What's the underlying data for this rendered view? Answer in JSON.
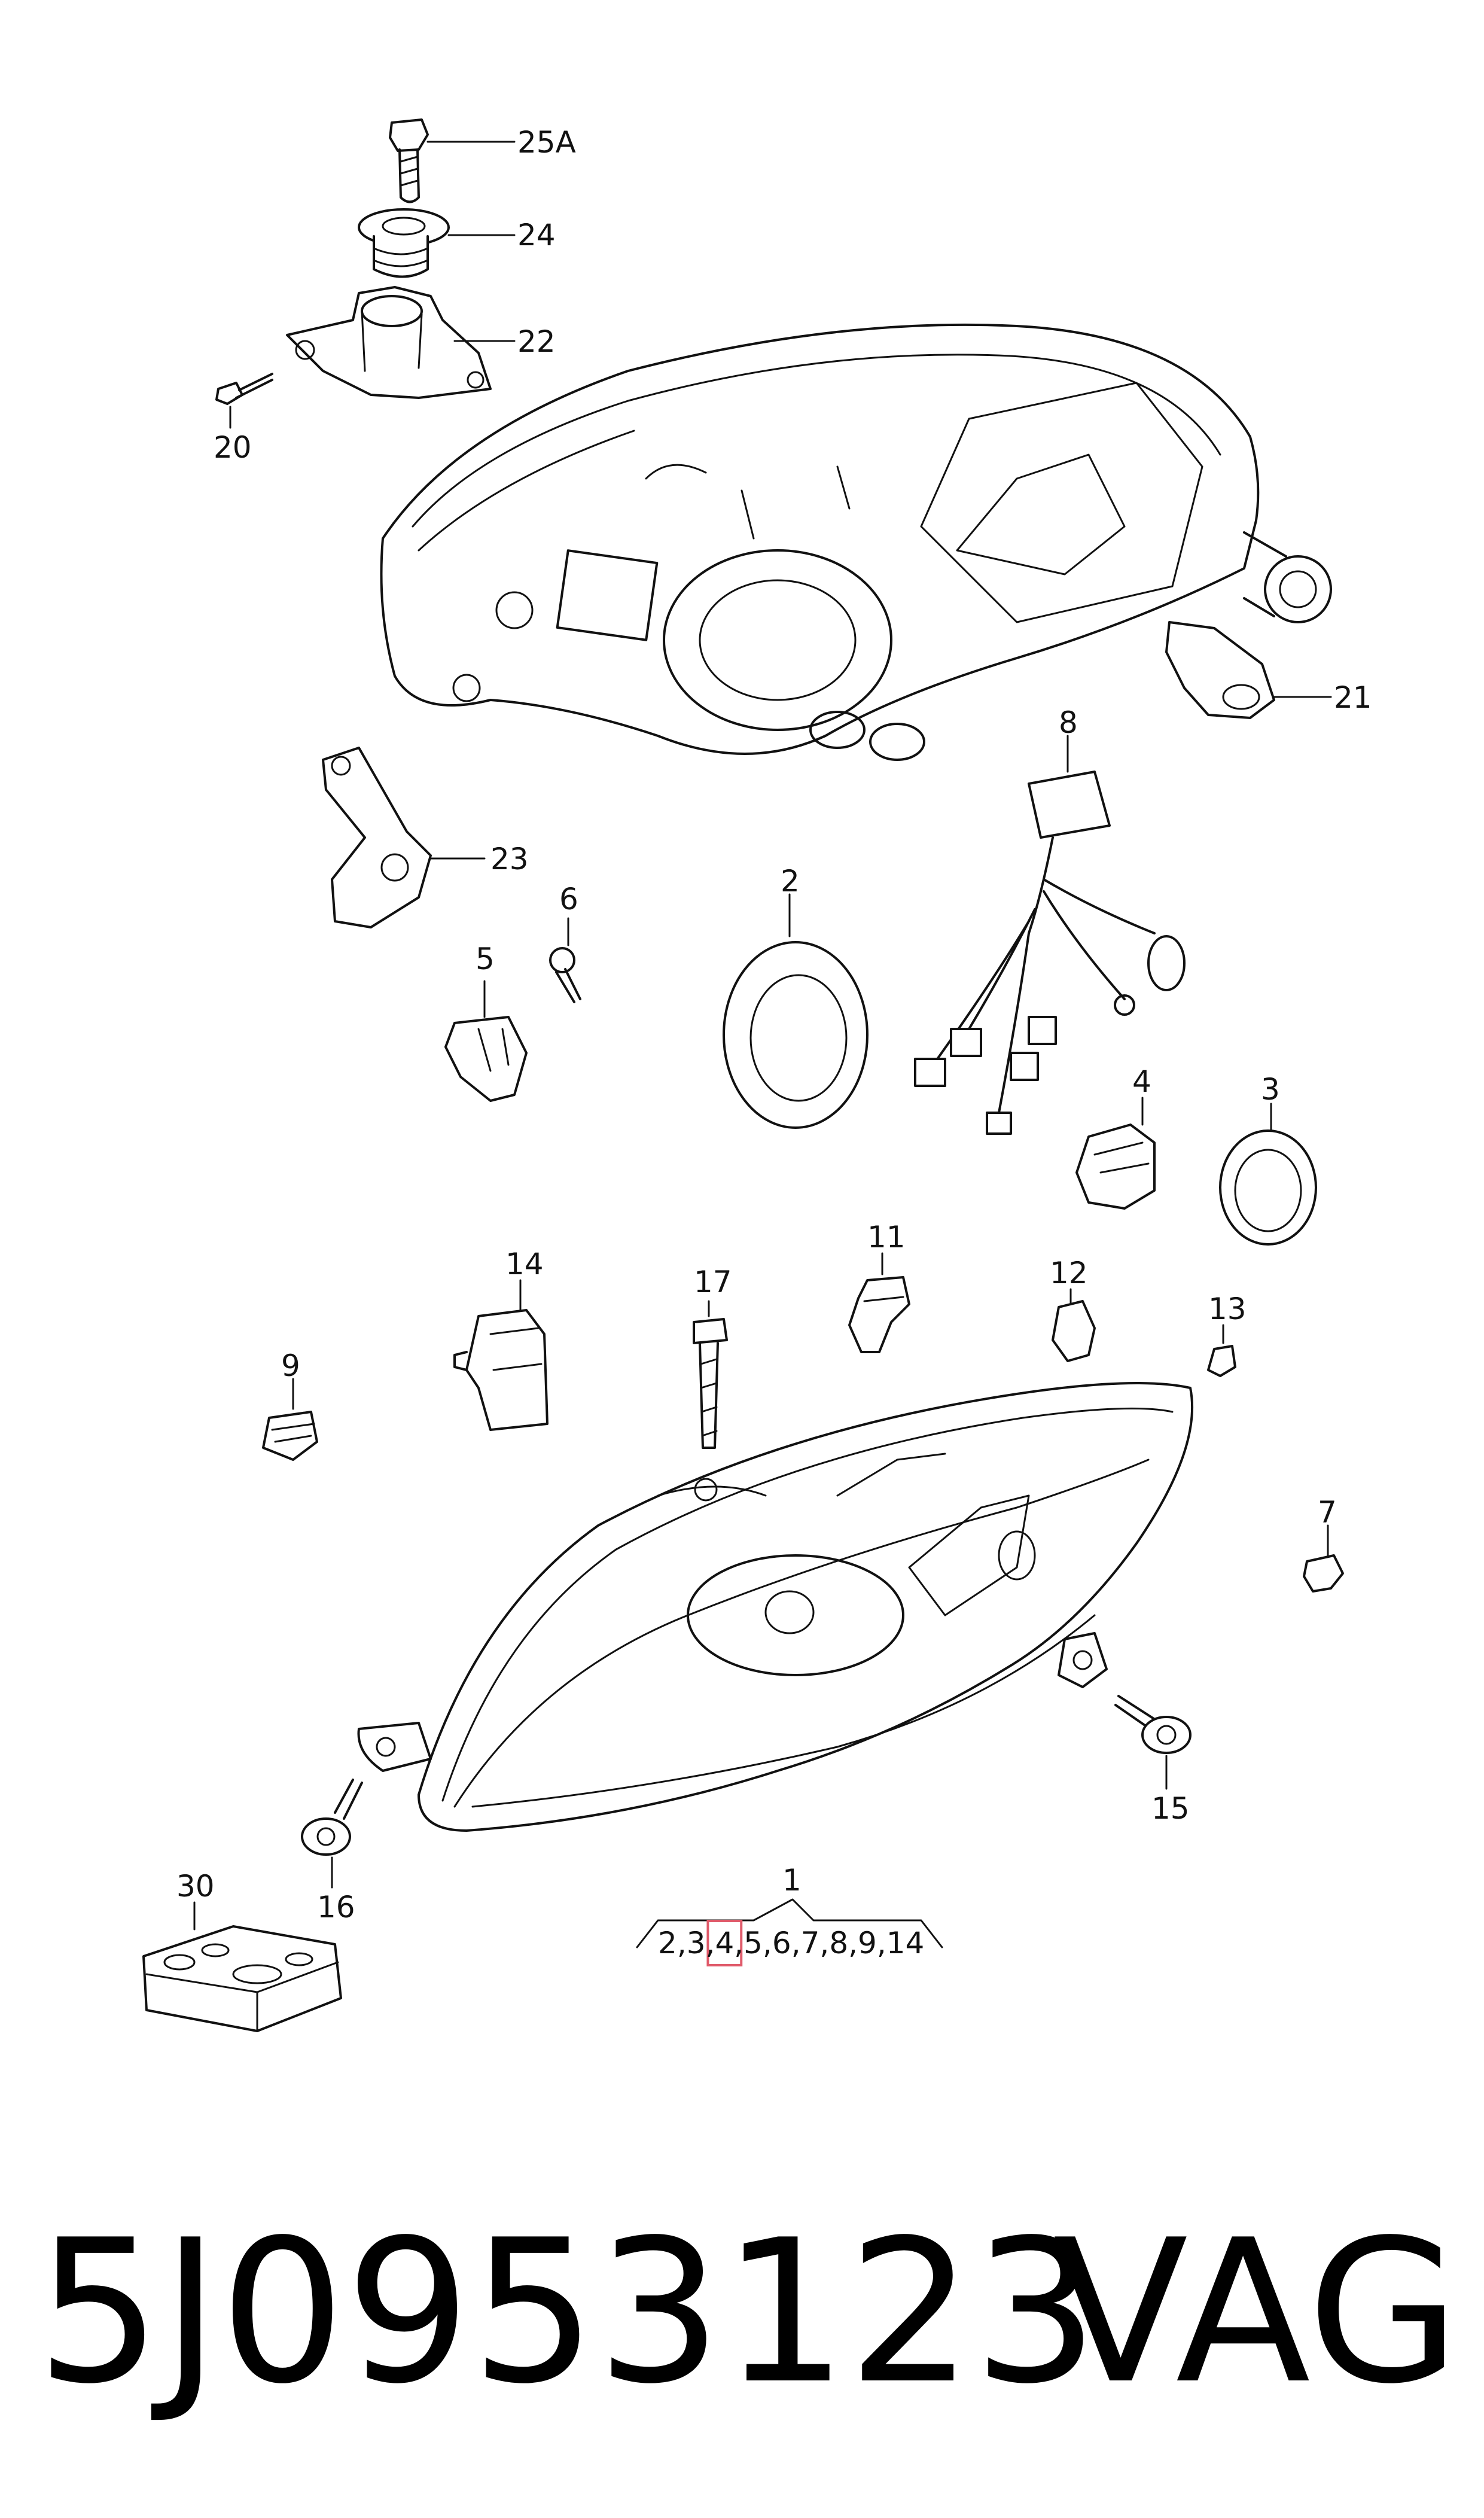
{
  "diagram": {
    "callouts": {
      "c25a": "25A",
      "c24": "24",
      "c22": "22",
      "c20": "20",
      "c21": "21",
      "c8": "8",
      "c23": "23",
      "c6": "6",
      "c5": "5",
      "c2": "2",
      "c4": "4",
      "c3": "3",
      "c14": "14",
      "c17": "17",
      "c11": "11",
      "c12": "12",
      "c13": "13",
      "c9": "9",
      "c7": "7",
      "c15": "15",
      "c16": "16",
      "c30": "30",
      "c1": "1"
    },
    "assembly_list": [
      "2",
      "3",
      "4",
      "5",
      "6",
      "7",
      "8",
      "9",
      "14"
    ],
    "assembly_separator": ",",
    "highlighted_item": "4",
    "highlight_color": "#e05a6a"
  },
  "footer": {
    "part_number": "5J0953123",
    "brand": "VAG"
  }
}
